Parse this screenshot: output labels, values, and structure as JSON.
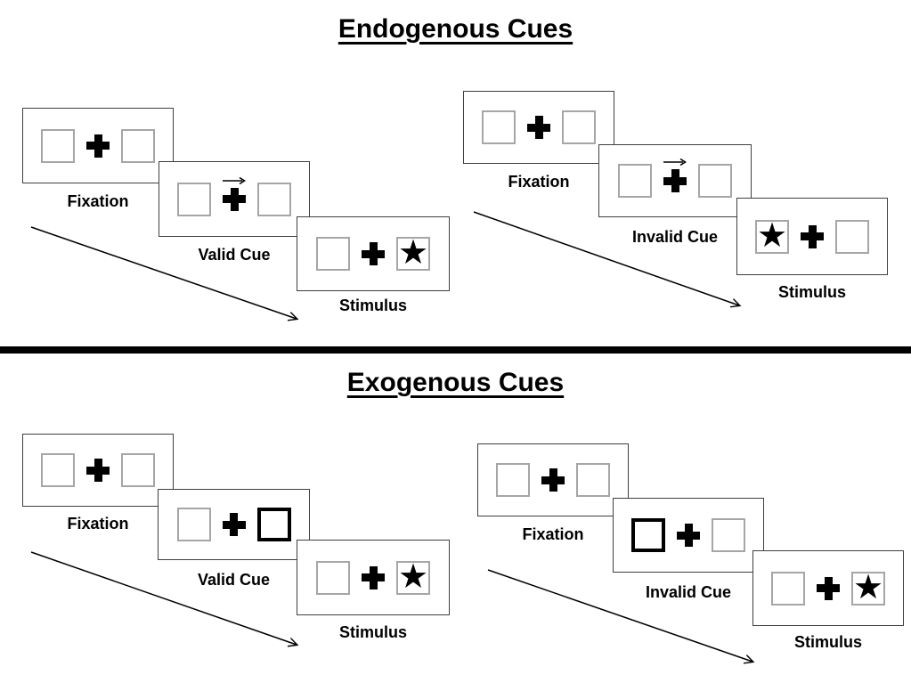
{
  "glyphs": {
    "star": "★"
  },
  "colors": {
    "ink": "#000000",
    "panel_border": "#3f3f3f",
    "square_border": "#a6a6a6",
    "background": "#ffffff"
  },
  "sections": {
    "endogenous": {
      "title": "Endogenous Cues",
      "valid": {
        "fixation_label": "Fixation",
        "cue_label": "Valid Cue",
        "stimulus_label": "Stimulus",
        "cue_type": "central-arrow-right",
        "stimulus_position": "right"
      },
      "invalid": {
        "fixation_label": "Fixation",
        "cue_label": "Invalid Cue",
        "stimulus_label": "Stimulus",
        "cue_type": "central-arrow-right",
        "stimulus_position": "left"
      }
    },
    "exogenous": {
      "title": "Exogenous Cues",
      "valid": {
        "fixation_label": "Fixation",
        "cue_label": "Valid Cue",
        "stimulus_label": "Stimulus",
        "cue_type": "peripheral-box-right",
        "stimulus_position": "right"
      },
      "invalid": {
        "fixation_label": "Fixation",
        "cue_label": "Invalid Cue",
        "stimulus_label": "Stimulus",
        "cue_type": "peripheral-box-left",
        "stimulus_position": "right"
      }
    }
  }
}
